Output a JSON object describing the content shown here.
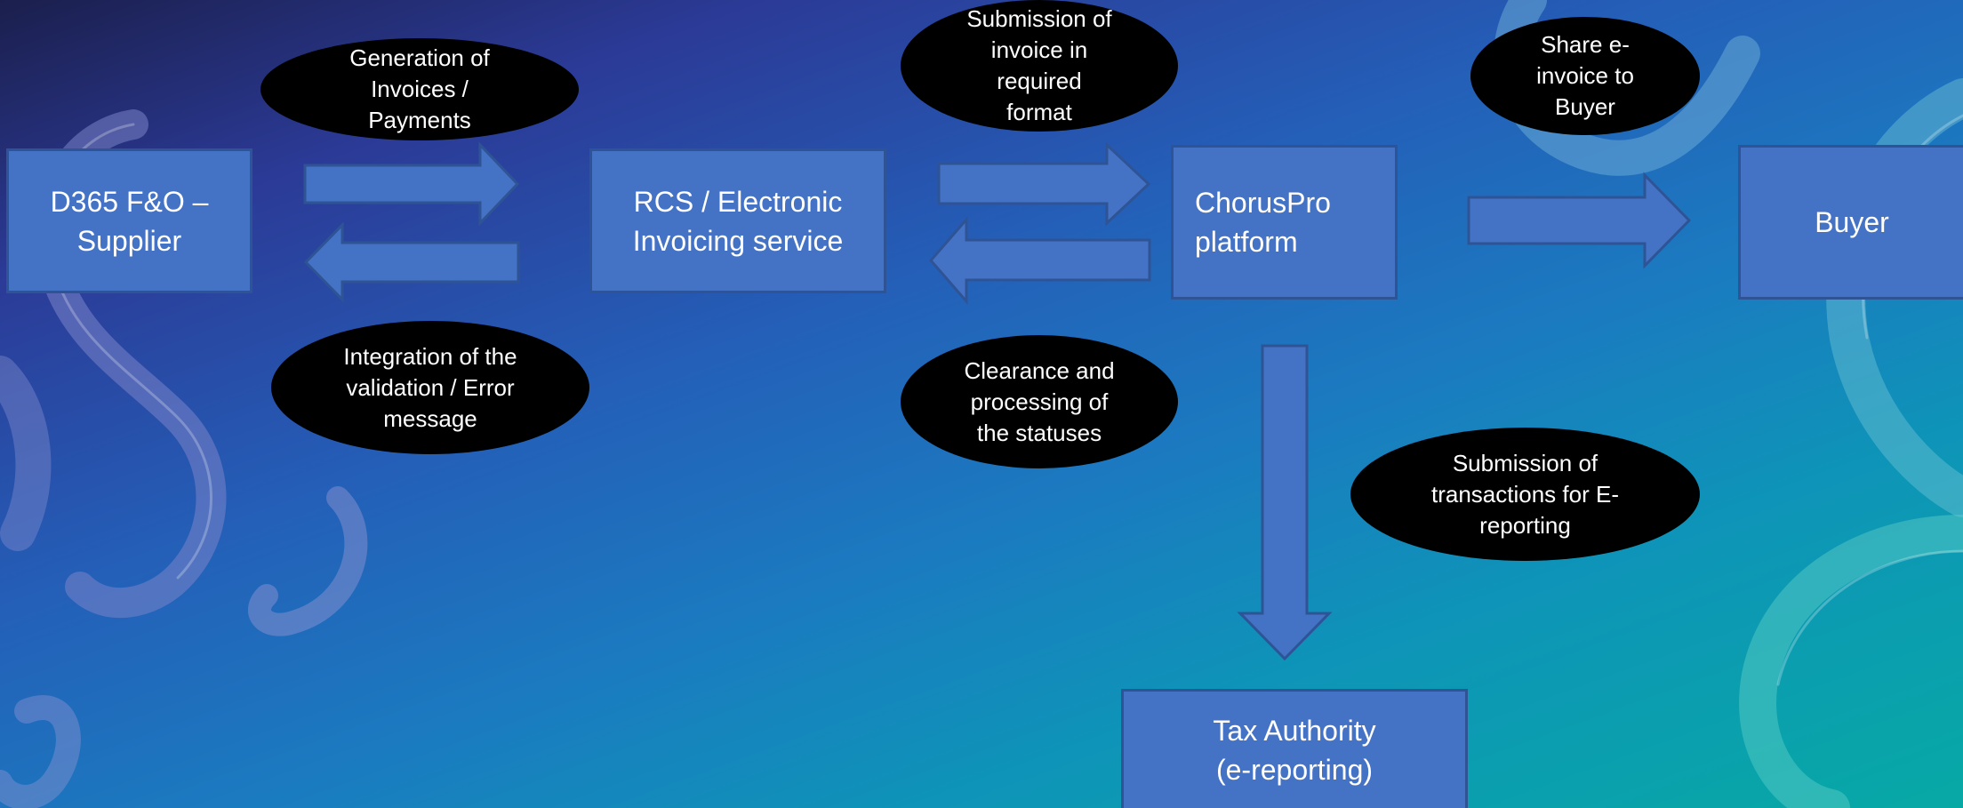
{
  "boxes": {
    "supplier": "D365 F&O –\nSupplier",
    "rcs": "RCS / Electronic\nInvoicing service",
    "chorus": "ChorusPro\nplatform",
    "buyer": "Buyer",
    "tax": "Tax Authority\n(e-reporting)"
  },
  "labels": {
    "generation": "Generation of\nInvoices /\nPayments",
    "integration": "Integration of the\nvalidation / Error\nmessage",
    "submission": "Submission of\ninvoice in\nrequired\nformat",
    "clearance": "Clearance and\nprocessing of\nthe statuses",
    "share": "Share e-\ninvoice to\nBuyer",
    "ereporting": "Submission of\ntransactions for E-\nreporting"
  },
  "colors": {
    "box_fill": "#4472c4",
    "box_border": "#2f5496",
    "label_fill": "#000000",
    "text": "#ffffff"
  }
}
